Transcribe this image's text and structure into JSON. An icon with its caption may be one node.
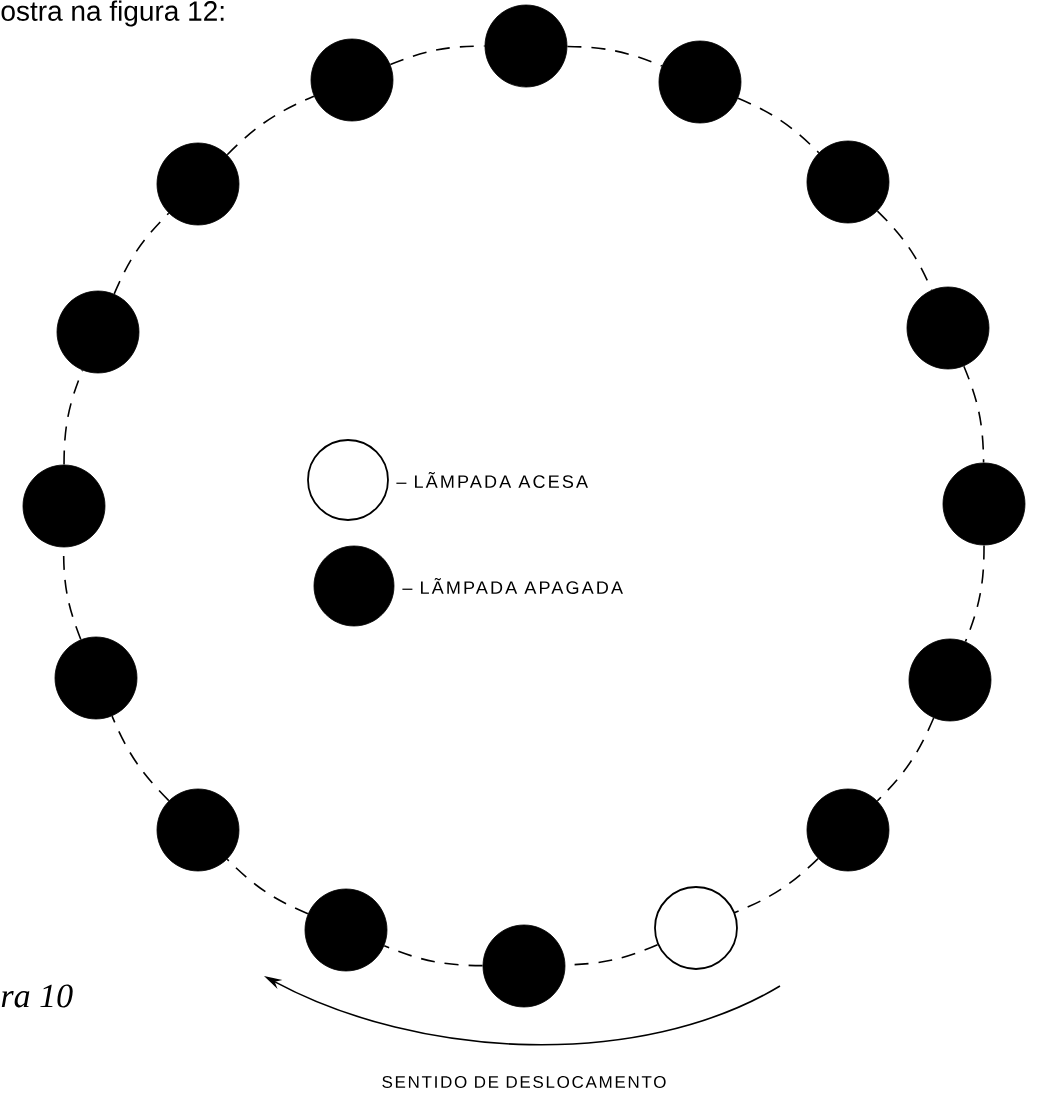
{
  "diagram": {
    "nodes": [
      {
        "text": [],
        "shape": "dot"
      },
      {
        "text": [],
        "shape": "dot"
      },
      {
        "text": [],
        "shape": "dot"
      },
      {
        "text": [],
        "shape": "dot"
      },
      {
        "text": [],
        "shape": "dot"
      },
      {
        "text": [],
        "shape": "dot"
      },
      {
        "text": [],
        "shape": "dot"
      },
      {
        "text": [],
        "shape": "dot"
      },
      {
        "text": [],
        "shape": "dot"
      },
      {
        "text": [],
        "shape": "circle"
      },
      {
        "text": [],
        "shape": "dot"
      },
      {
        "text": [],
        "shape": "dot"
      },
      {
        "text": [],
        "shape": "dot"
      },
      {
        "text": [],
        "shape": "dot"
      },
      {
        "text": [],
        "shape": "dot"
      },
      {
        "text": [],
        "shape": "dot"
      }
    ],
    "edges": [
      {
        "from": 0,
        "to": 1,
        "arrow": "none",
        "style": "dashed"
      },
      {
        "from": 1,
        "to": 2,
        "arrow": "none",
        "style": "dashed"
      },
      {
        "from": 2,
        "to": 3,
        "arrow": "none",
        "style": "dashed"
      },
      {
        "from": 3,
        "to": 4,
        "arrow": "none",
        "style": "dashed"
      },
      {
        "from": 4,
        "to": 5,
        "arrow": "none",
        "style": "dashed"
      },
      {
        "from": 5,
        "to": 6,
        "arrow": "none",
        "style": "dashed"
      },
      {
        "from": 6,
        "to": 7,
        "arrow": "none",
        "style": "dashed"
      },
      {
        "from": 7,
        "to": 8,
        "arrow": "none",
        "style": "dashed"
      },
      {
        "from": 8,
        "to": 9,
        "arrow": "none",
        "style": "dashed"
      },
      {
        "from": 9,
        "to": 10,
        "arrow": "none",
        "style": "dashed"
      },
      {
        "from": 10,
        "to": 11,
        "arrow": "none",
        "style": "dashed"
      },
      {
        "from": 11,
        "to": 12,
        "arrow": "none",
        "style": "dashed"
      },
      {
        "from": 12,
        "to": 13,
        "arrow": "none",
        "style": "dashed"
      },
      {
        "from": 13,
        "to": 14,
        "arrow": "none",
        "style": "dashed"
      },
      {
        "from": 14,
        "to": 15,
        "arrow": "none",
        "style": "dashed"
      },
      {
        "from": 15,
        "to": 0,
        "arrow": "none",
        "style": "dashed"
      }
    ],
    "labels": [
      "ostra na figura 12:",
      "ra 10",
      "SENTIDO DE DESLOCAMENTO"
    ],
    "legend": [
      {
        "text": "– LÃMPADA ACESA"
      },
      {
        "text": "– LÃMPADA APAGADA"
      }
    ]
  }
}
